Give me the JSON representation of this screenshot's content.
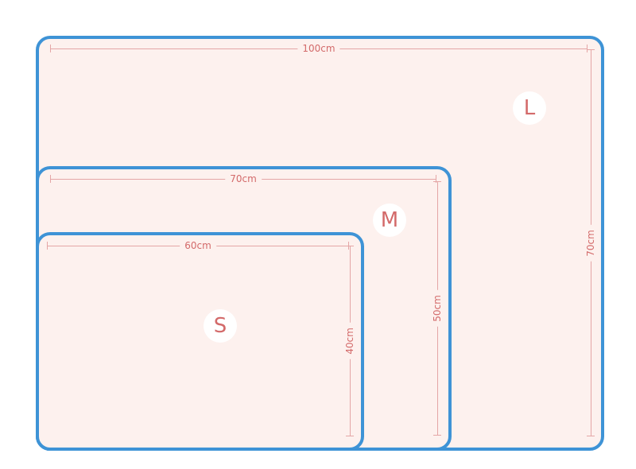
{
  "colors": {
    "outline": "#3e93d6",
    "fill": "#fdf1ee",
    "text": "#d36a6a"
  },
  "mats": {
    "large": {
      "label": "L",
      "width_label": "100cm",
      "height_label": "70cm"
    },
    "medium": {
      "label": "M",
      "width_label": "70cm",
      "height_label": "50cm"
    },
    "small": {
      "label": "S",
      "width_label": "60cm",
      "height_label": "40cm"
    }
  }
}
